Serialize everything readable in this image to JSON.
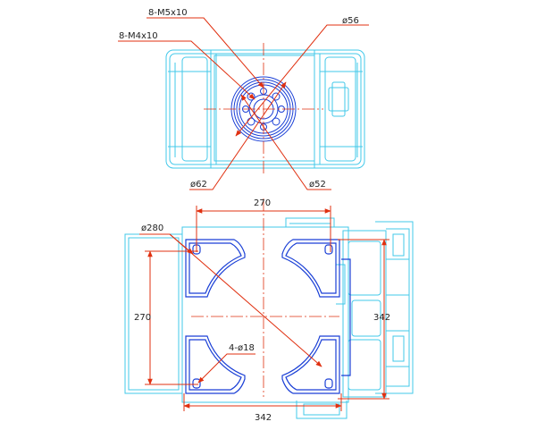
{
  "colors": {
    "outline": "#42c8ea",
    "part": "#1a3fd6",
    "dimension": "#e03010",
    "text": "#222222",
    "background": "#ffffff"
  },
  "top_view": {
    "callouts": {
      "bolt_m5": "8-M5x10",
      "bolt_m4": "8-M4x10",
      "dia_56": "ø56",
      "dia_62": "ø62",
      "dia_52": "ø52"
    }
  },
  "bottom_view": {
    "dims": {
      "top_width": "270",
      "left_height": "270",
      "right_height": "342",
      "bottom_width": "342",
      "diagonal": "ø280",
      "holes": "4-ø18"
    }
  }
}
